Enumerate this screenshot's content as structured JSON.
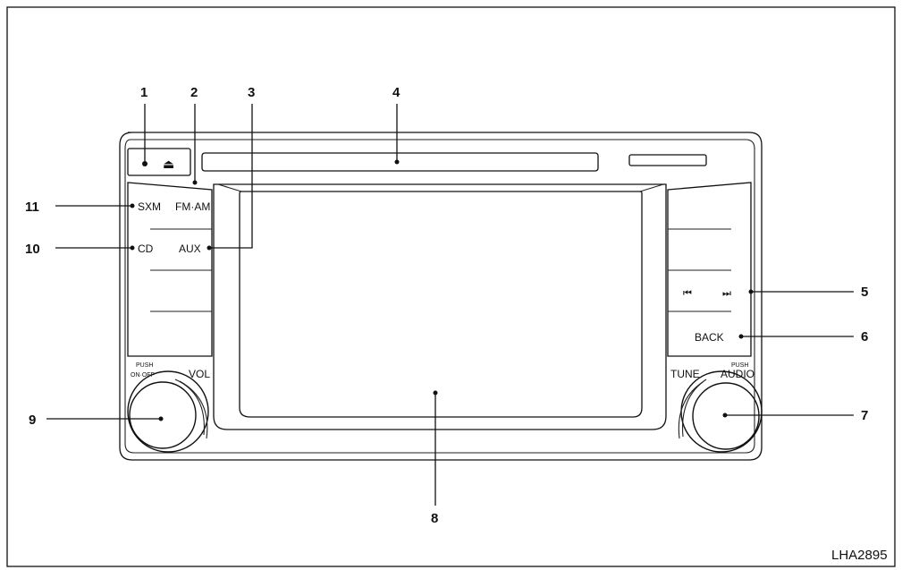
{
  "figure_code": "LHA2895",
  "callouts": {
    "c1": "1",
    "c2": "2",
    "c3": "3",
    "c4": "4",
    "c5": "5",
    "c6": "6",
    "c7": "7",
    "c8": "8",
    "c9": "9",
    "c10": "10",
    "c11": "11"
  },
  "buttons": {
    "sxm": "SXM",
    "fm_am": "FM·AM",
    "cd": "CD",
    "aux": "AUX",
    "back": "BACK",
    "prev_track": "⏮",
    "next_track": "⏭",
    "eject": "⏏"
  },
  "knobs": {
    "left_push": "PUSH",
    "left_onoff": "ON·OFF",
    "vol": "VOL",
    "tune": "TUNE",
    "right_push": "PUSH",
    "right_audio": "AUDIO"
  }
}
